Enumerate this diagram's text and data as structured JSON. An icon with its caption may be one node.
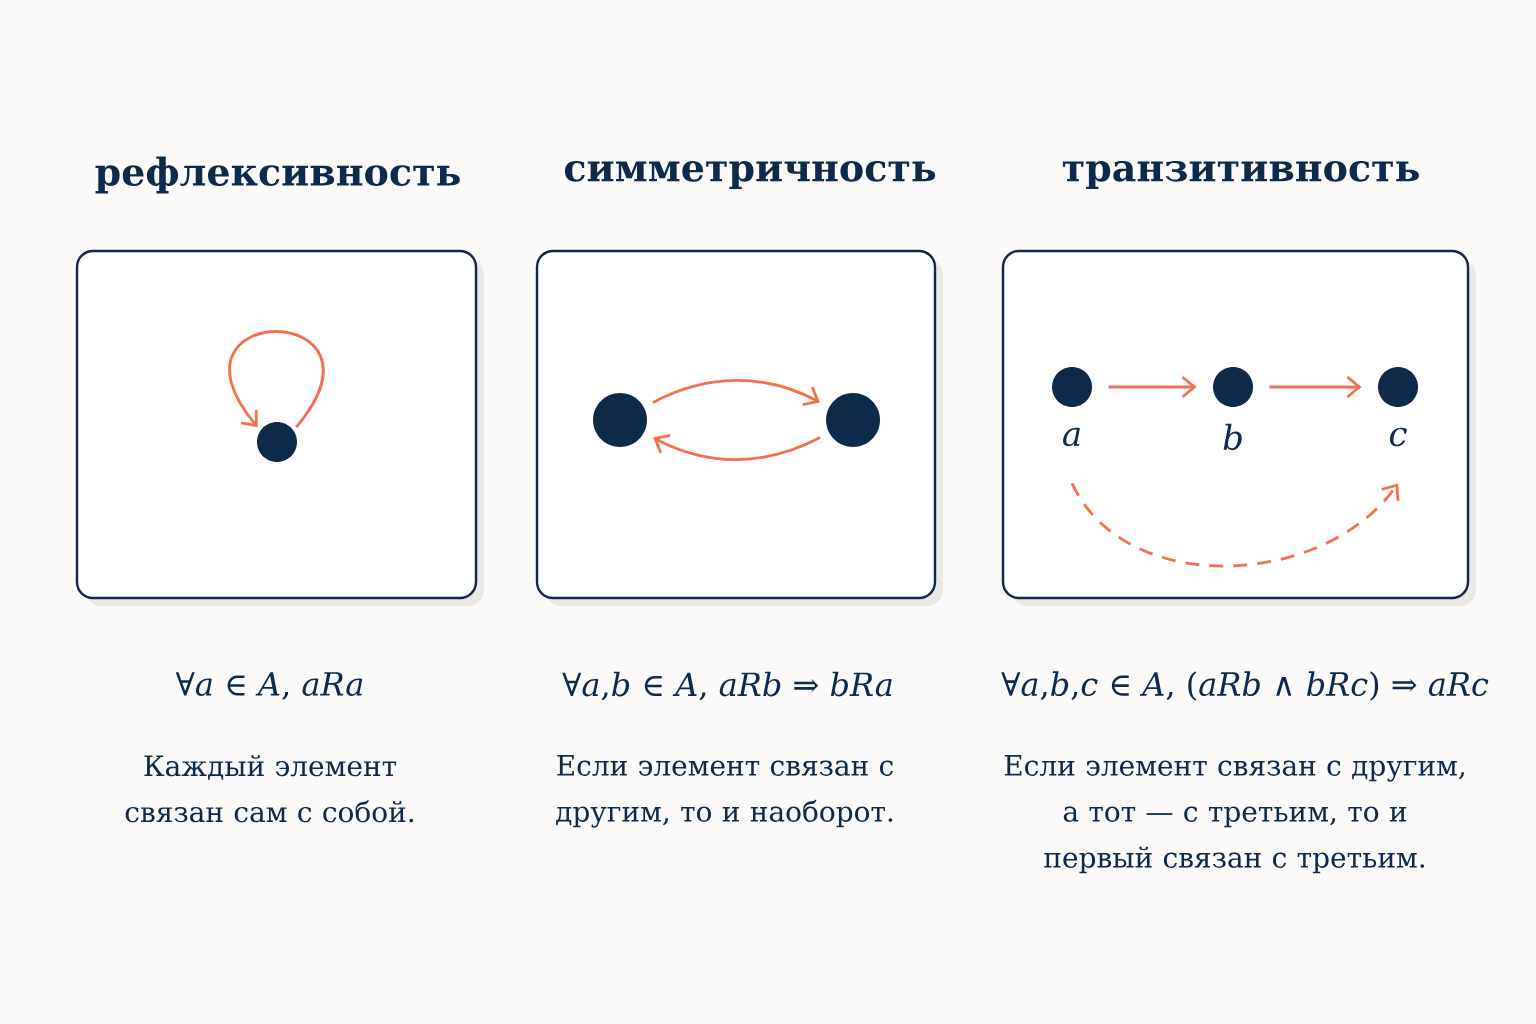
{
  "diagram": {
    "nodes": [
      {
        "text": [
          "рефлексивность"
        ],
        "beside": [
          "∀*a* ∈ *A*, *aRa*",
          "Каждый элемент связан сам с собой."
        ]
      },
      {
        "text": [
          "симметричность"
        ],
        "beside": [
          "∀*a*,*b* ∈ *A*, *aRb* ⇒ *bRa*",
          "Если элемент связан с другим, то и наоборот."
        ]
      },
      {
        "text": [
          "транзитивность"
        ],
        "beside": [
          "∀*a*,*b*,*c* ∈ *A*, (*aRb* ∧ *bRc*) ⇒ *aRc*",
          "Если элемент связан с другим, а тот — с третьим, то и первый связан с третьим."
        ]
      },
      {
        "text": [],
        "shape": "circle",
        "in": 0
      },
      {
        "text": [],
        "shape": "circle",
        "in": 1
      },
      {
        "text": [],
        "shape": "circle",
        "in": 1
      },
      {
        "text": [],
        "shape": "circle",
        "in": 2,
        "beside": [
          "a"
        ]
      },
      {
        "text": [],
        "shape": "circle",
        "in": 2,
        "beside": [
          "b"
        ]
      },
      {
        "text": [],
        "shape": "circle",
        "in": 2,
        "beside": [
          "c"
        ]
      }
    ],
    "edges": [
      {
        "from": 3,
        "to": 3,
        "arrow": "to"
      },
      {
        "from": 4,
        "to": 5,
        "arrow": "to"
      },
      {
        "from": 5,
        "to": 4,
        "arrow": "to"
      },
      {
        "from": 6,
        "to": 7,
        "arrow": "to"
      },
      {
        "from": 7,
        "to": 8,
        "arrow": "to"
      },
      {
        "from": 6,
        "to": 8,
        "arrow": "to",
        "style": "dashed"
      }
    ]
  }
}
